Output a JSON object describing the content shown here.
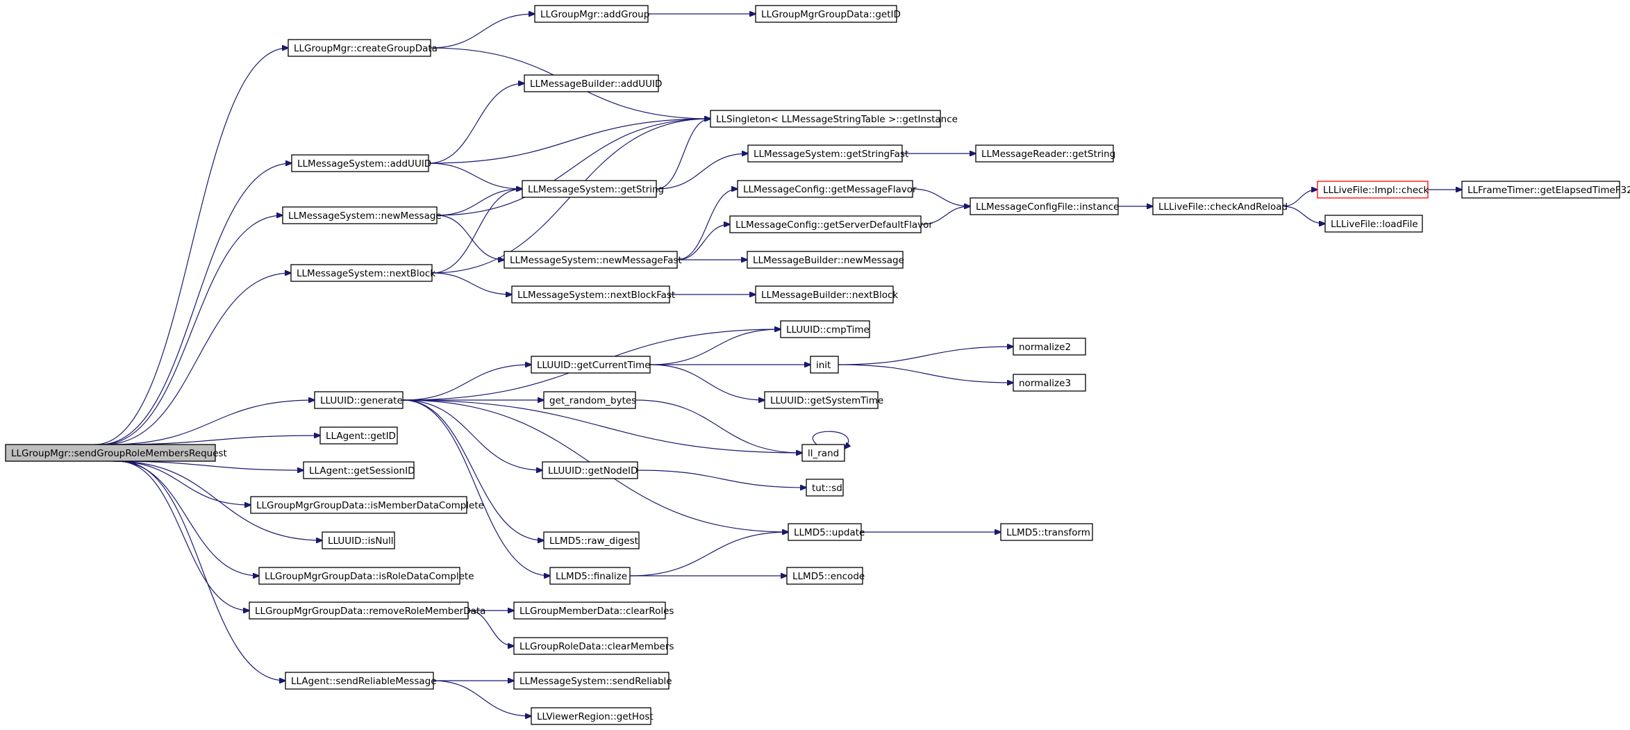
{
  "diagram": {
    "type": "call-graph",
    "colors": {
      "edge": "#191970",
      "root_fill": "#bfbfbf",
      "node_border": "#000000",
      "truncated_border": "#ff0000"
    },
    "nodes": [
      {
        "id": "root",
        "label": "LLGroupMgr::sendGroupRoleMembersRequest",
        "style": "root"
      },
      {
        "id": "createGroupData",
        "label": "LLGroupMgr::createGroupData"
      },
      {
        "id": "addGroup",
        "label": "LLGroupMgr::addGroup"
      },
      {
        "id": "gmgdGetID",
        "label": "LLGroupMgrGroupData::getID"
      },
      {
        "id": "mbAddUUID",
        "label": "LLMessageBuilder::addUUID"
      },
      {
        "id": "singleton",
        "label": "LLSingleton< LLMessageStringTable >::getInstance"
      },
      {
        "id": "msAddUUID",
        "label": "LLMessageSystem::addUUID"
      },
      {
        "id": "getStringFast",
        "label": "LLMessageSystem::getStringFast"
      },
      {
        "id": "mrGetString",
        "label": "LLMessageReader::getString"
      },
      {
        "id": "getString",
        "label": "LLMessageSystem::getString"
      },
      {
        "id": "getMessageFlavor",
        "label": "LLMessageConfig::getMessageFlavor"
      },
      {
        "id": "mcfInstance",
        "label": "LLMessageConfigFile::instance"
      },
      {
        "id": "checkAndReload",
        "label": "LLLiveFile::checkAndReload"
      },
      {
        "id": "implCheck",
        "label": "LLLiveFile::Impl::check",
        "style": "truncated"
      },
      {
        "id": "getElapsed",
        "label": "LLFrameTimer::getElapsedTimeF32"
      },
      {
        "id": "loadFile",
        "label": "LLLiveFile::loadFile"
      },
      {
        "id": "getServerDefaultFlavor",
        "label": "LLMessageConfig::getServerDefaultFlavor"
      },
      {
        "id": "newMessage",
        "label": "LLMessageSystem::newMessage"
      },
      {
        "id": "newMessageFast",
        "label": "LLMessageSystem::newMessageFast"
      },
      {
        "id": "mbNewMessage",
        "label": "LLMessageBuilder::newMessage"
      },
      {
        "id": "nextBlock",
        "label": "LLMessageSystem::nextBlock"
      },
      {
        "id": "nextBlockFast",
        "label": "LLMessageSystem::nextBlockFast"
      },
      {
        "id": "mbNextBlock",
        "label": "LLMessageBuilder::nextBlock"
      },
      {
        "id": "cmpTime",
        "label": "LLUUID::cmpTime"
      },
      {
        "id": "getCurrentTime",
        "label": "LLUUID::getCurrentTime"
      },
      {
        "id": "init",
        "label": "init"
      },
      {
        "id": "normalize2",
        "label": "normalize2"
      },
      {
        "id": "normalize3",
        "label": "normalize3"
      },
      {
        "id": "getSystemTime",
        "label": "LLUUID::getSystemTime"
      },
      {
        "id": "generate",
        "label": "LLUUID::generate"
      },
      {
        "id": "getRandomBytes",
        "label": "get_random_bytes"
      },
      {
        "id": "llRand",
        "label": "ll_rand"
      },
      {
        "id": "agentGetID",
        "label": "LLAgent::getID"
      },
      {
        "id": "getSessionID",
        "label": "LLAgent::getSessionID"
      },
      {
        "id": "getNodeID",
        "label": "LLUUID::getNodeID"
      },
      {
        "id": "tutSd",
        "label": "tut::sd"
      },
      {
        "id": "isMemberDataComplete",
        "label": "LLGroupMgrGroupData::isMemberDataComplete"
      },
      {
        "id": "update",
        "label": "LLMD5::update"
      },
      {
        "id": "transform",
        "label": "LLMD5::transform"
      },
      {
        "id": "isNull",
        "label": "LLUUID::isNull"
      },
      {
        "id": "rawDigest",
        "label": "LLMD5::raw_digest"
      },
      {
        "id": "isRoleDataComplete",
        "label": "LLGroupMgrGroupData::isRoleDataComplete"
      },
      {
        "id": "finalize",
        "label": "LLMD5::finalize"
      },
      {
        "id": "encode",
        "label": "LLMD5::encode"
      },
      {
        "id": "removeRoleMemberData",
        "label": "LLGroupMgrGroupData::removeRoleMemberData"
      },
      {
        "id": "clearRoles",
        "label": "LLGroupMemberData::clearRoles"
      },
      {
        "id": "clearMembers",
        "label": "LLGroupRoleData::clearMembers"
      },
      {
        "id": "sendReliableMessage",
        "label": "LLAgent::sendReliableMessage"
      },
      {
        "id": "sendReliable",
        "label": "LLMessageSystem::sendReliable"
      },
      {
        "id": "getHost",
        "label": "LLViewerRegion::getHost"
      }
    ],
    "edges": [
      [
        "root",
        "createGroupData"
      ],
      [
        "root",
        "msAddUUID"
      ],
      [
        "root",
        "newMessage"
      ],
      [
        "root",
        "nextBlock"
      ],
      [
        "root",
        "generate"
      ],
      [
        "root",
        "agentGetID"
      ],
      [
        "root",
        "getSessionID"
      ],
      [
        "root",
        "isMemberDataComplete"
      ],
      [
        "root",
        "isNull"
      ],
      [
        "root",
        "isRoleDataComplete"
      ],
      [
        "root",
        "removeRoleMemberData"
      ],
      [
        "root",
        "sendReliableMessage"
      ],
      [
        "createGroupData",
        "addGroup"
      ],
      [
        "createGroupData",
        "singleton"
      ],
      [
        "addGroup",
        "gmgdGetID"
      ],
      [
        "msAddUUID",
        "mbAddUUID"
      ],
      [
        "msAddUUID",
        "singleton"
      ],
      [
        "msAddUUID",
        "getString"
      ],
      [
        "newMessage",
        "singleton"
      ],
      [
        "newMessage",
        "getString"
      ],
      [
        "newMessage",
        "newMessageFast"
      ],
      [
        "nextBlock",
        "singleton"
      ],
      [
        "nextBlock",
        "getString"
      ],
      [
        "nextBlock",
        "nextBlockFast"
      ],
      [
        "getString",
        "singleton"
      ],
      [
        "getString",
        "getStringFast"
      ],
      [
        "getStringFast",
        "mrGetString"
      ],
      [
        "newMessageFast",
        "getMessageFlavor"
      ],
      [
        "newMessageFast",
        "getServerDefaultFlavor"
      ],
      [
        "newMessageFast",
        "mbNewMessage"
      ],
      [
        "getMessageFlavor",
        "mcfInstance"
      ],
      [
        "getServerDefaultFlavor",
        "mcfInstance"
      ],
      [
        "mcfInstance",
        "checkAndReload"
      ],
      [
        "checkAndReload",
        "implCheck"
      ],
      [
        "checkAndReload",
        "loadFile"
      ],
      [
        "implCheck",
        "getElapsed"
      ],
      [
        "nextBlockFast",
        "mbNextBlock"
      ],
      [
        "generate",
        "cmpTime"
      ],
      [
        "generate",
        "getCurrentTime"
      ],
      [
        "generate",
        "getRandomBytes"
      ],
      [
        "generate",
        "llRand"
      ],
      [
        "generate",
        "getNodeID"
      ],
      [
        "generate",
        "update"
      ],
      [
        "generate",
        "rawDigest"
      ],
      [
        "generate",
        "finalize"
      ],
      [
        "getCurrentTime",
        "cmpTime"
      ],
      [
        "getCurrentTime",
        "init"
      ],
      [
        "getCurrentTime",
        "getSystemTime"
      ],
      [
        "init",
        "normalize2"
      ],
      [
        "init",
        "normalize3"
      ],
      [
        "getRandomBytes",
        "llRand"
      ],
      [
        "llRand",
        "llRand"
      ],
      [
        "getNodeID",
        "tutSd"
      ],
      [
        "update",
        "transform"
      ],
      [
        "finalize",
        "update"
      ],
      [
        "finalize",
        "encode"
      ],
      [
        "removeRoleMemberData",
        "clearRoles"
      ],
      [
        "removeRoleMemberData",
        "clearMembers"
      ],
      [
        "sendReliableMessage",
        "sendReliable"
      ],
      [
        "sendReliableMessage",
        "getHost"
      ]
    ]
  }
}
